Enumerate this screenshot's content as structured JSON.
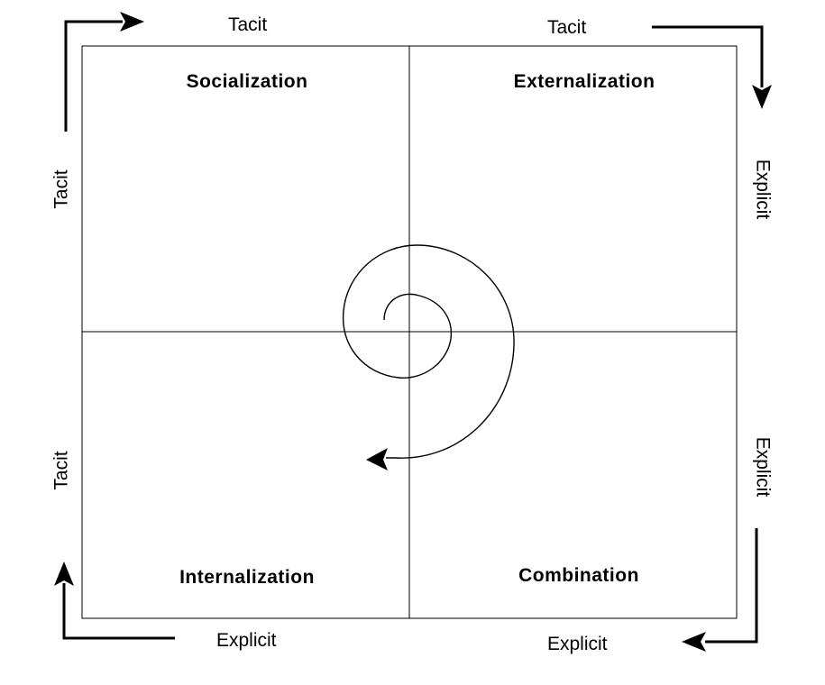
{
  "quadrants": {
    "top_left": "Socialization",
    "top_right": "Externalization",
    "bottom_left": "Internalization",
    "bottom_right": "Combination"
  },
  "edge_labels": {
    "top_left_top": "Tacit",
    "top_right_top": "Tacit",
    "left_top": "Tacit",
    "left_bottom": "Tacit",
    "right_top": "Explicit",
    "right_bottom": "Explicit",
    "bottom_left": "Explicit",
    "bottom_right": "Explicit"
  }
}
